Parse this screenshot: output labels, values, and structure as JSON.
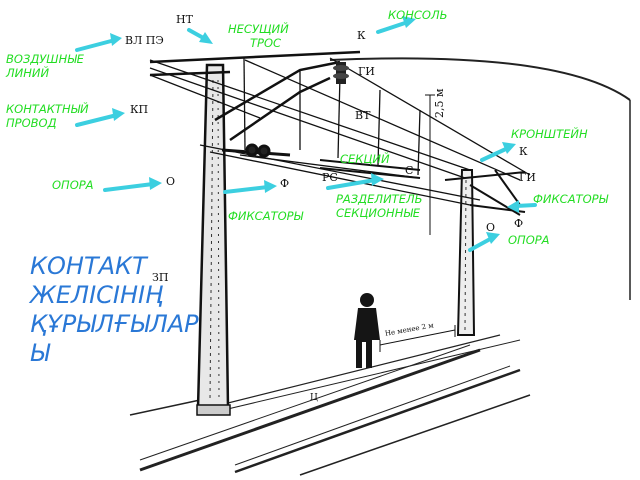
{
  "labels_green": {
    "vozdushnye": [
      "ВОЗДУШНЫЕ",
      "ЛИНИЙ"
    ],
    "kontaktnyi": [
      "КОНТАКТНЫЙ",
      "ПРОВОД"
    ],
    "opora_left": "ОПОРА",
    "fiksatory_center": "ФИКСАТОРЫ",
    "nesushchiy": [
      "НЕСУЩИЙ",
      "ТРОС"
    ],
    "konsol": "КОНСОЛЬ",
    "kronshtein": "КРОНШТЕЙН",
    "sektsiy": "СЕКЦИЙ",
    "razdelitel": [
      "РАЗДЕЛИТЕЛЬ",
      "СЕКЦИОННЫЕ"
    ],
    "fiksatory_right": "ФИКСАТОРЫ",
    "opora_right": "ОПОРА"
  },
  "labels_black": {
    "vl_pe": "ВЛ ПЭ",
    "nt": "НТ",
    "k_top": "К",
    "gi_top": "ГИ",
    "kp": "КП",
    "vt": "ВТ",
    "height": "2,5 м",
    "o_left": "О",
    "f_center": "Ф",
    "rs": "РС",
    "s": "С",
    "k_right": "К",
    "gi_right": "ГИ",
    "o_right": "О",
    "f_right": "Ф",
    "zp": "ЗП",
    "ne_menee": "Не менее 2 м",
    "zh": "Ц"
  },
  "title_lines": [
    "КОНТАКТ",
    "ЖЕЛІСІНІҢ",
    "ҚҰРЫЛҒЫЛАР",
    "Ы"
  ],
  "colors": {
    "green_label": "#22dd22",
    "arrow": "#3ccfe0",
    "title": "#2a78d6",
    "ink": "#111111"
  },
  "icons": [
    "arrow-icon",
    "person-icon",
    "insulator-icon"
  ]
}
